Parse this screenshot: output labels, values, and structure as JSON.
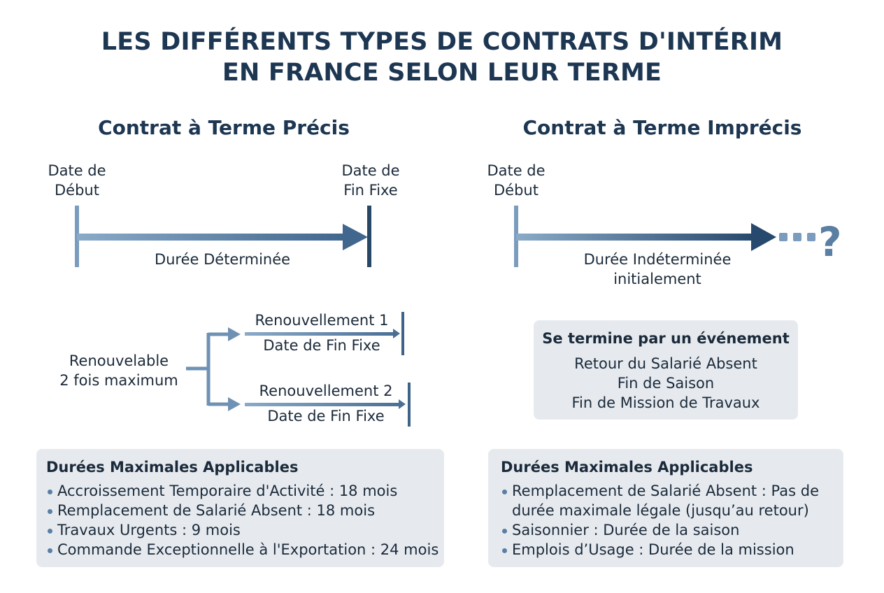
{
  "title": {
    "line1": "LES DIFFÉRENTS TYPES DE CONTRATS D'INTÉRIM",
    "line2": "EN FRANCE SELON LEUR TERME"
  },
  "left": {
    "heading": "Contrat à Terme Précis",
    "start_label": [
      "Date de",
      "Début"
    ],
    "end_label": [
      "Date de",
      "Fin Fixe"
    ],
    "duration_label": "Durée Déterminée",
    "renewable_label": [
      "Renouvelable",
      "2 fois maximum"
    ],
    "renewals": [
      {
        "name": "Renouvellement 1",
        "end": "Date de Fin Fixe"
      },
      {
        "name": "Renouvellement 2",
        "end": "Date de Fin Fixe"
      }
    ],
    "max_box": {
      "title": "Durées Maximales Applicables",
      "items": [
        "Accroissement Temporaire d'Activité : 18 mois",
        "Remplacement de Salarié Absent : 18 mois",
        "Travaux Urgents : 9 mois",
        "Commande Exceptionnelle à l'Exportation : 24 mois"
      ]
    }
  },
  "right": {
    "heading": "Contrat à Terme Imprécis",
    "start_label": [
      "Date de",
      "Début"
    ],
    "duration_label": [
      "Durée Indéterminée",
      "initialement"
    ],
    "unknown_end": "?",
    "event_box": {
      "title": "Se termine par un événement",
      "items": [
        "Retour du Salarié Absent",
        "Fin de Saison",
        "Fin de Mission de Travaux"
      ]
    },
    "max_box": {
      "title": "Durées Maximales Applicables",
      "items": [
        [
          "Remplacement de Salarié Absent : Pas de",
          "durée maximale légale (jusqu’au retour)"
        ],
        [
          "Saisonnier : Durée de la saison"
        ],
        [
          "Emplois d’Usage : Durée de la mission"
        ]
      ]
    }
  },
  "colors": {
    "dark_navy": "#1d3652",
    "arrow_light": "#7fa0c0",
    "arrow_dark": "#2f5479",
    "box_bg": "#e6eaef"
  }
}
